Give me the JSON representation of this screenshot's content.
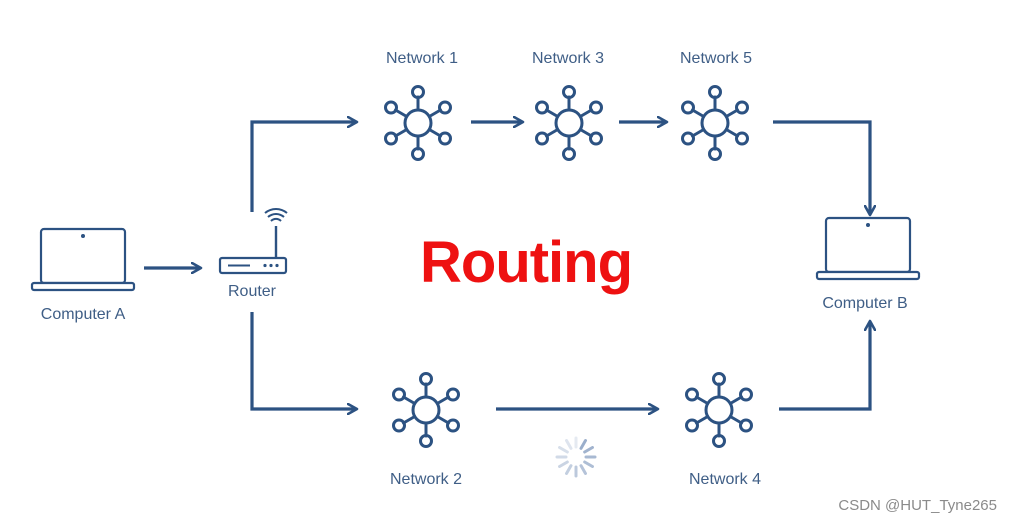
{
  "diagram": {
    "title": "Routing",
    "nodes": {
      "computer_a": "Computer A",
      "computer_b": "Computer B",
      "router": "Router",
      "network_1": "Network 1",
      "network_2": "Network 2",
      "network_3": "Network 3",
      "network_4": "Network 4",
      "network_5": "Network 5"
    },
    "colors": {
      "line": "#2c5282",
      "label": "#3f5e86",
      "title": "#ee1111",
      "spinner": "#9aaecb"
    },
    "icons": {
      "computer": "laptop-icon",
      "router": "wifi-router-icon",
      "network": "network-hub-icon",
      "loading": "loading-spinner-icon"
    }
  },
  "watermark": "CSDN @HUT_Tyne265"
}
